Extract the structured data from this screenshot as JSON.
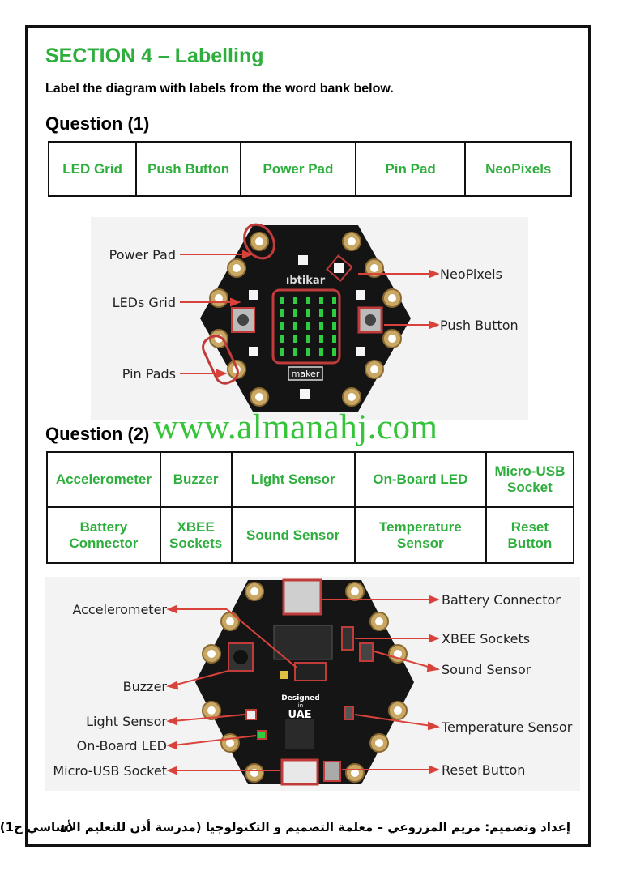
{
  "section_title": "SECTION 4 – Labelling",
  "instruction": "Label the diagram with labels from the word bank below.",
  "q1": {
    "heading": "Question (1)",
    "word_bank": [
      "LED Grid",
      "Push Button",
      "Power Pad",
      "Pin Pad",
      "NeoPixels"
    ],
    "labels": {
      "power_pad": "Power Pad",
      "leds_grid": "LEDs Grid",
      "pin_pads": "Pin Pads",
      "neopixels": "NeoPixels",
      "push_button": "Push Button"
    },
    "board_logo": "ıbtikar",
    "maker_badge": "maker"
  },
  "watermark": "www.almanahj.com",
  "q2": {
    "heading": "Question (2)",
    "word_bank_row1": [
      "Accelerometer",
      "Buzzer",
      "Light Sensor",
      "On-Board LED",
      "Micro-USB Socket"
    ],
    "word_bank_row2": [
      "Battery Connector",
      "XBEE Sockets",
      "Sound Sensor",
      "Temperature Sensor",
      "Reset Button"
    ],
    "labels": {
      "accelerometer": "Accelerometer",
      "buzzer": "Buzzer",
      "light_sensor": "Light Sensor",
      "onboard_led": "On-Board LED",
      "micro_usb": "Micro-USB Socket",
      "battery": "Battery Connector",
      "xbee": "XBEE Sockets",
      "sound": "Sound Sensor",
      "temperature": "Temperature Sensor",
      "reset": "Reset Button"
    },
    "board_text_top": "Designed",
    "board_text_mid": "in",
    "board_text_uae": "UAE"
  },
  "footer": {
    "page_number": "10",
    "credit": "إعداد وتصميم: مريم المزروعي – معلمة التصميم و التكنولوجيا (مدرسة أذن للتعليم الأساسي ح1)"
  },
  "colors": {
    "accent_green": "#2eae3c",
    "arrow_red": "#d9423a",
    "highlight": "#c23b3b"
  }
}
